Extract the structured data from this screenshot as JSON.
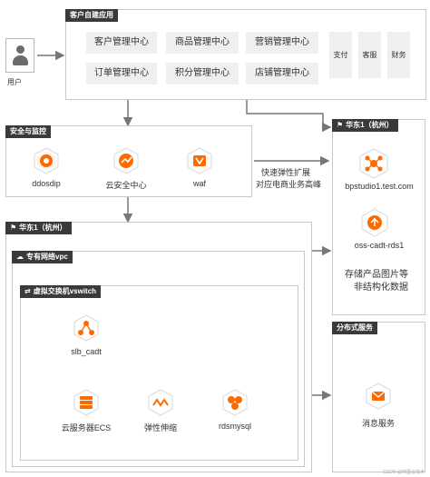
{
  "user": {
    "label": "用户"
  },
  "apps_group": {
    "title": "客户自建应用",
    "tiles": [
      "客户管理中心",
      "商品管理中心",
      "营销管理中心",
      "订单管理中心",
      "积分管理中心",
      "店铺管理中心"
    ],
    "side_tiles": [
      "支付",
      "客服",
      "财务"
    ]
  },
  "security_group": {
    "title": "安全与监控",
    "items": [
      "ddosdip",
      "云安全中心",
      "waf"
    ]
  },
  "elastic_note": [
    "快速弹性扩展",
    "对应电商业务高峰"
  ],
  "region_right": {
    "title": "华东1（杭州）",
    "items": [
      "bpstudio1.test.com",
      "oss-cadt-rds1"
    ],
    "note": [
      "存储产品图片等",
      "非结构化数据"
    ]
  },
  "region_main": {
    "title": "华东1（杭州）",
    "vpc_title": "专有网络vpc",
    "vswitch_title": "虚拟交换机vswitch",
    "nodes": [
      "slb_cadt",
      "云服务器ECS",
      "弹性伸缩",
      "rdsmysql"
    ]
  },
  "distributed_group": {
    "title": "分布式服务",
    "items": [
      "消息服务"
    ]
  },
  "watermark": "CSDN @阿里云技术",
  "colors": {
    "accent": "#ff6a00",
    "tag_bg": "#3a3a3a",
    "tile_bg": "#efefef",
    "arrow": "#777777"
  }
}
